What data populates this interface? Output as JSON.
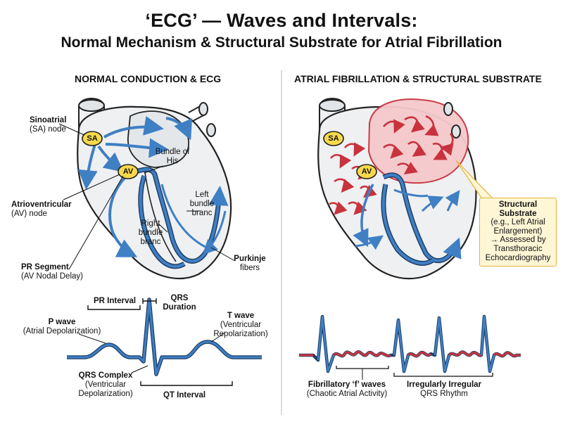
{
  "title": {
    "line1": "‘ECG’ — Waves and Intervals:",
    "line2": "Normal Mechanism & Structural Substrate for Atrial Fibrillation"
  },
  "left_panel": {
    "heading": "NORMAL CONDUCTION & ECG",
    "sa_badge": "SA",
    "av_badge": "AV",
    "labels": {
      "sinoatrial_1": "Sinoatrial",
      "sinoatrial_2": "(SA) node",
      "bundle_his_1": "Bundle of",
      "bundle_his_2": "His",
      "atrioventricular_1": "Atrioventricular",
      "atrioventricular_2": "(AV) node",
      "left_bundle_1": "Left",
      "left_bundle_2": "bundle",
      "left_bundle_3": "branc",
      "right_bundle_1": "Right",
      "right_bundle_2": "bundle",
      "right_bundle_3": "branc",
      "pr_segment_1": "PR Segment",
      "pr_segment_2": "(AV Nodal Delay)",
      "purkinje_1": "Purkinje",
      "purkinje_2": "fibers"
    },
    "ecg": {
      "pr_interval": "PR Interval",
      "qrs_duration_1": "QRS",
      "qrs_duration_2": "Duration",
      "p_wave_1": "P wave",
      "p_wave_2": "(Atrial Depolarization)",
      "t_wave_1": "T wave",
      "t_wave_2": "(Ventricular",
      "t_wave_3": "Repolarization)",
      "qrs_complex_1": "QRS Complex",
      "qrs_complex_2": "(Ventricular",
      "qrs_complex_3": "Depolarization)",
      "qt_interval": "QT Interval"
    }
  },
  "right_panel": {
    "heading": "ATRIAL FIBRILLATION & STRUCTURAL SUBSTRATE",
    "sa_badge": "SA",
    "av_badge": "AV",
    "substrate_box": {
      "line1": "Structural",
      "line2": "Substrate",
      "line3": "(e.g., Left Atrial",
      "line4": "Enlargement)",
      "line5": "→ Assessed by",
      "line6": "Transthoracic",
      "line7": "Echocardiography"
    },
    "ecg": {
      "fibrillatory_1": "Fibrillatory ‘f’ waves",
      "fibrillatory_2": "(Chaotic Atrial Activity)",
      "irregular_1": "Irregularly Irregular",
      "irregular_2": "QRS Rhythm"
    }
  },
  "colors": {
    "conduction_blue": "#3f7fc4",
    "conduction_dark": "#1e3f66",
    "node_yellow": "#f7d94c",
    "chaotic_red": "#c8333d",
    "atrium_pink": "#f6c9cc",
    "heart_fill": "#eef0f2",
    "box_fill": "#fff6d6",
    "box_border": "#e2b33a"
  },
  "icons": [
    "heart-normal-diagram",
    "heart-af-diagram",
    "ecg-normal-trace",
    "ecg-af-trace"
  ]
}
